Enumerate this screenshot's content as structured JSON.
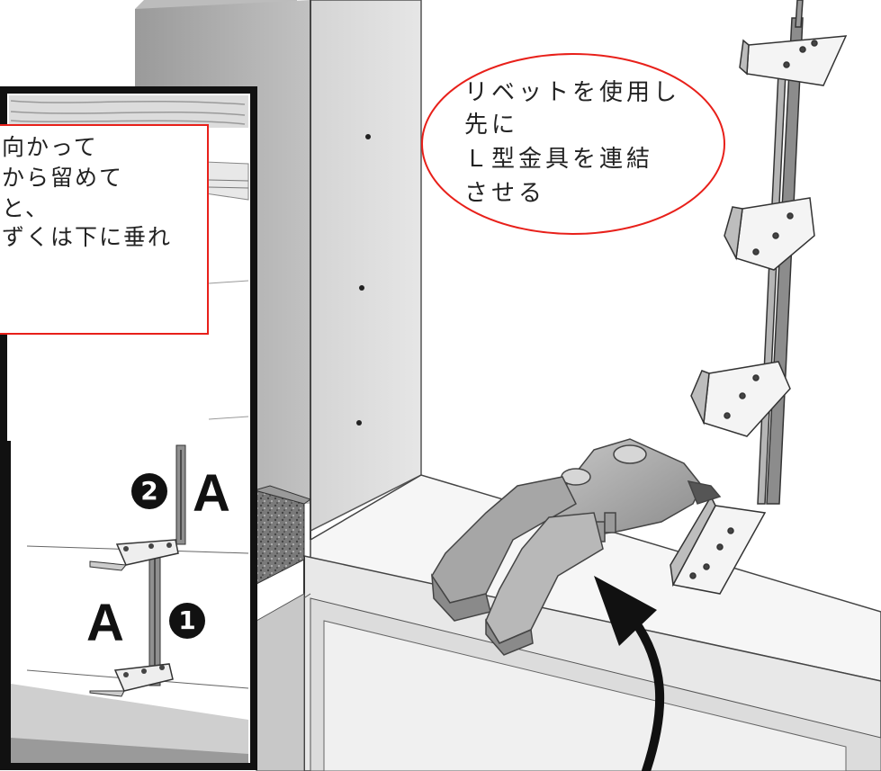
{
  "callout": {
    "line1": "リベットを使用し",
    "line2": "先に",
    "line3": "Ｌ型金具を連結",
    "line4": "させる"
  },
  "left_note": {
    "line1": "向かって",
    "line2": "から留めて",
    "line3": "と、",
    "line4": "ずくは下に垂れ"
  },
  "inset": {
    "marker_top_number": "2",
    "marker_top_letter": "A",
    "marker_bottom_letter": "A",
    "marker_bottom_number": "1"
  },
  "colors": {
    "callout_border": "#e8201a",
    "note_border": "#e8201a",
    "inset_frame": "#111111"
  }
}
